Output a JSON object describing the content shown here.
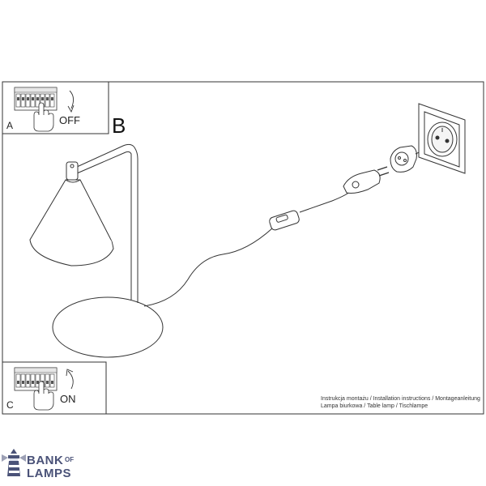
{
  "panels": {
    "a": {
      "letter": "A",
      "word": "OFF"
    },
    "c": {
      "letter": "C",
      "word": "ON"
    }
  },
  "main_label": "B",
  "caption": {
    "line1": "Instrukcja montażu / Installation instructions / Montageanleitung",
    "line2": "Lampa biurkowa / Table lamp / Tischlampe"
  },
  "logo": {
    "word1": "BANK",
    "word2": "OF",
    "word3": "LAMPS",
    "color": "#4a5278"
  },
  "icons": [
    "breaker-panel-icon",
    "hand-icon",
    "rotate-arrow-icon",
    "wall-socket-icon",
    "plug-adapter-icon",
    "lighthouse-icon"
  ]
}
